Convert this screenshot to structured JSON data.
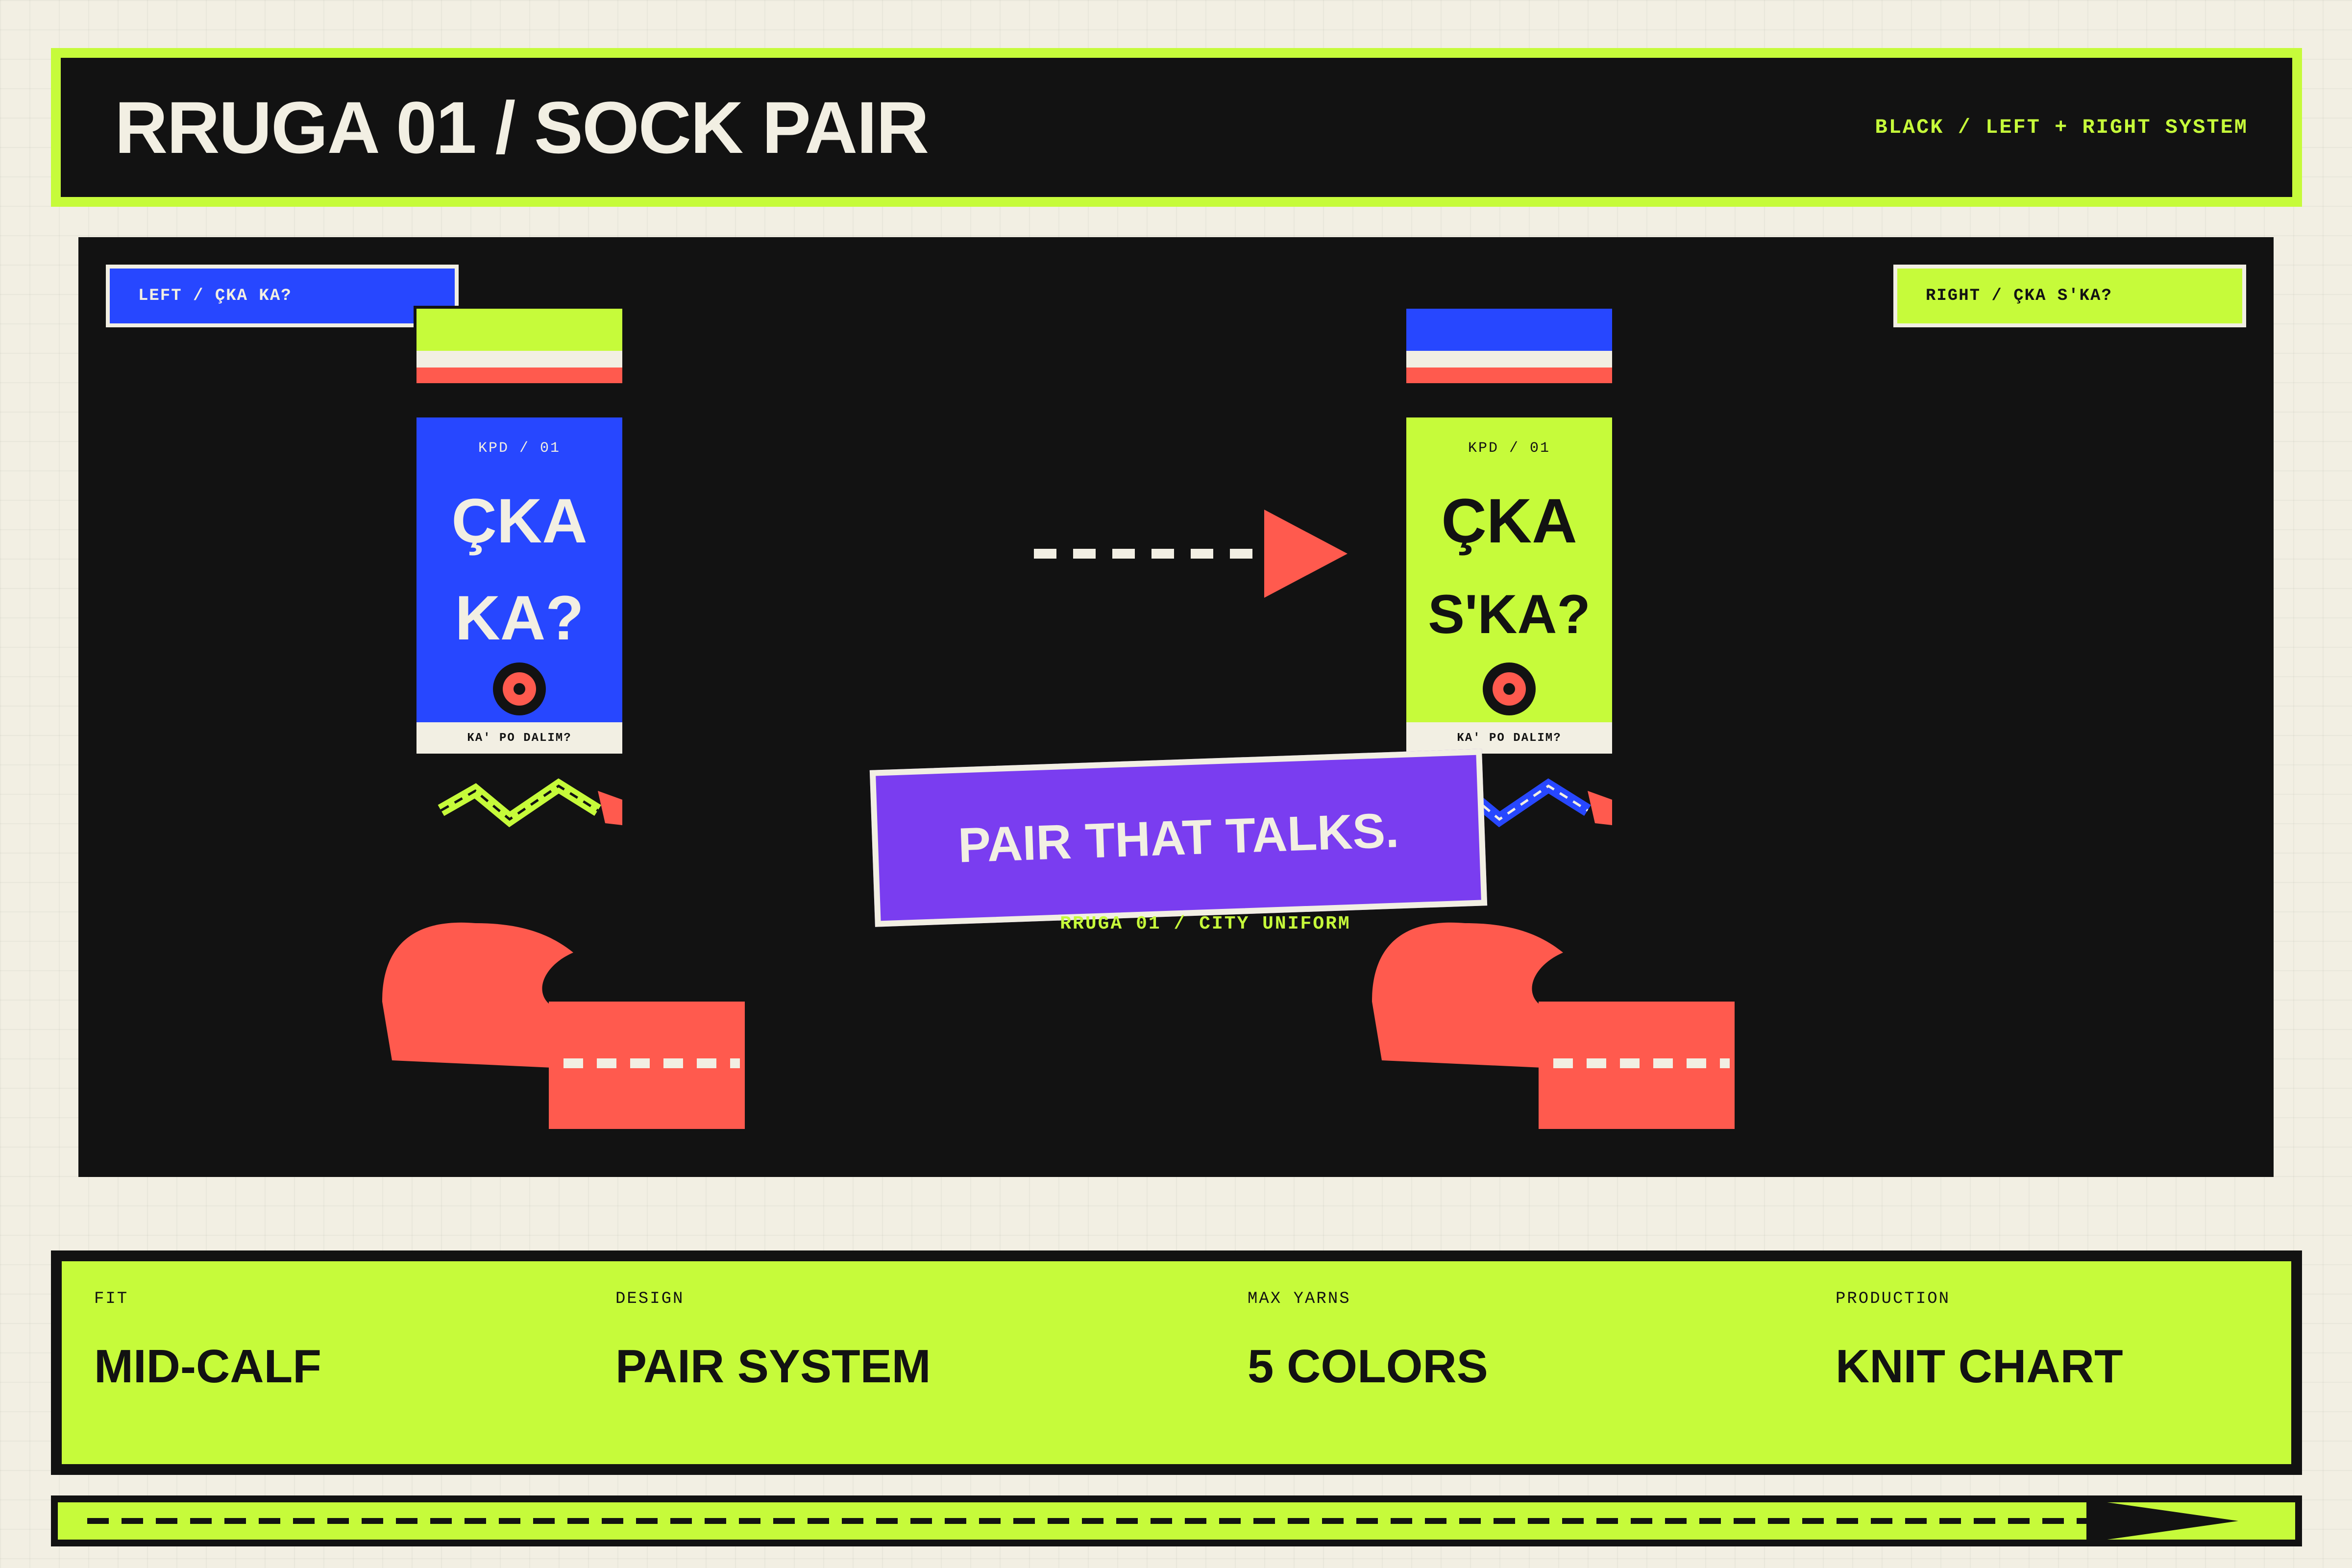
{
  "header": {
    "title": "RRUGA 01 / SOCK PAIR",
    "subtitle": "BLACK / LEFT + RIGHT SYSTEM"
  },
  "stage": {
    "left_tag": "LEFT / ÇKA KA?",
    "right_tag": "RIGHT / ÇKA S'KA?",
    "left_sock": {
      "code": "KPD / 01",
      "line1": "ÇKA",
      "line2": "KA?",
      "footer": "KA' PO DALIM?",
      "stripe_colors": [
        "#c6fb3a",
        "#f2efe3",
        "#ff5a4e"
      ]
    },
    "right_sock": {
      "code": "KPD / 01",
      "line1": "ÇKA",
      "line2": "S'KA?",
      "footer": "KA' PO DALIM?",
      "stripe_colors": [
        "#2747ff",
        "#f2efe3",
        "#ff5a4e"
      ]
    },
    "sticker": "PAIR THAT TALKS.",
    "caption": "RRUGA 01 / CITY UNIFORM"
  },
  "specs": [
    {
      "key": "FIT",
      "value": "MID-CALF"
    },
    {
      "key": "DESIGN",
      "value": "PAIR SYSTEM"
    },
    {
      "key": "MAX YARNS",
      "value": "5 COLORS"
    },
    {
      "key": "PRODUCTION",
      "value": "KNIT CHART"
    }
  ],
  "colors": {
    "lime": "#c6fb3a",
    "blue": "#2747ff",
    "coral": "#ff5a4e",
    "purple": "#7a3df0",
    "cream": "#f2efe3",
    "black": "#121212"
  },
  "icons": {
    "direction": "arrow-right-icon",
    "label_mark": "target-icon"
  }
}
